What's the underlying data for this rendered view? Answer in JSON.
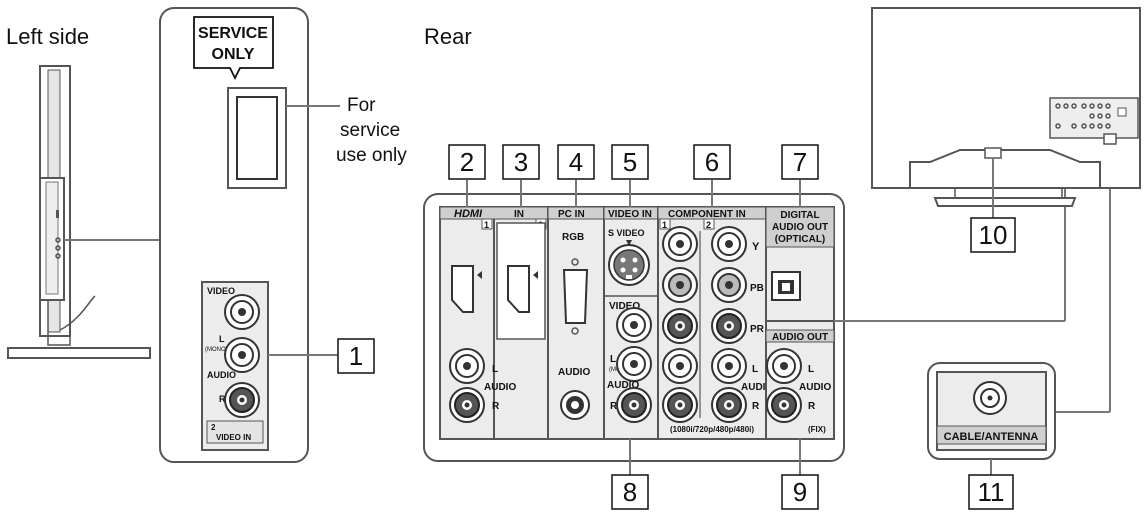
{
  "headings": {
    "left_side": "Left side",
    "rear": "Rear"
  },
  "service": {
    "tag": [
      "SERVICE",
      "ONLY"
    ],
    "note": [
      "For",
      "service",
      "use only"
    ]
  },
  "side_panel": {
    "video": "VIDEO",
    "l": "L",
    "mono": "(MONO)",
    "audio": "AUDIO",
    "r": "R",
    "num": "2",
    "video_in": "VIDEO IN"
  },
  "rear_panel": {
    "hdmi_logo": "HDMI",
    "hdmi_in": "IN",
    "hdmi_port1": "1",
    "hdmi_port2": "2",
    "pc_in": "PC IN",
    "rgb": "RGB",
    "pc_audio": "AUDIO",
    "video_in_hdr": "VIDEO IN",
    "s_video": "S VIDEO",
    "video": "VIDEO",
    "l": "L",
    "mono": "(MONO)",
    "audio": "AUDIO",
    "r": "R",
    "component_in": "COMPONENT IN",
    "comp_port1": "1",
    "comp_port2": "2",
    "y": "Y",
    "pb": "PB",
    "pr": "PR",
    "comp_res": "(1080i/720p/480p/480i)",
    "digital_out": [
      "DIGITAL",
      "AUDIO OUT",
      "(OPTICAL)"
    ],
    "audio_out": "AUDIO OUT",
    "fix": "(FIX)"
  },
  "cable": "CABLE/ANTENNA",
  "callouts": [
    "1",
    "2",
    "3",
    "4",
    "5",
    "6",
    "7",
    "8",
    "9",
    "10",
    "11"
  ]
}
